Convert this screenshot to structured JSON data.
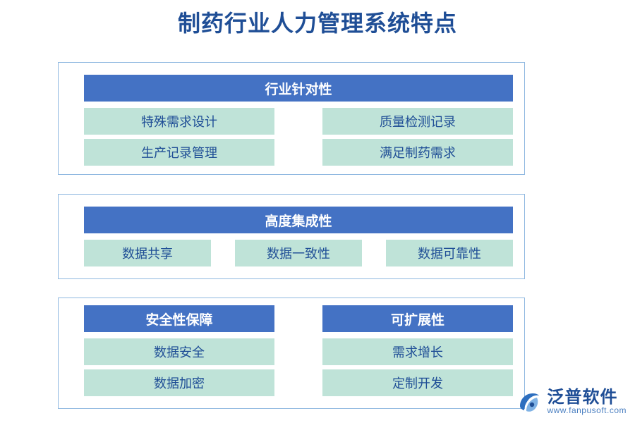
{
  "title": "制药行业人力管理系统特点",
  "groups": [
    {
      "id": "group-1",
      "header": "行业针对性",
      "columns": [
        {
          "items": [
            "特殊需求设计",
            "生产记录管理"
          ]
        },
        {
          "items": [
            "质量检测记录",
            "满足制药需求"
          ]
        }
      ]
    },
    {
      "id": "group-2",
      "header": "高度集成性",
      "items": [
        "数据共享",
        "数据一致性",
        "数据可靠性"
      ]
    },
    {
      "id": "group-3",
      "panels": [
        {
          "header": "安全性保障",
          "items": [
            "数据安全",
            "数据加密"
          ]
        },
        {
          "header": "可扩展性",
          "items": [
            "需求增长",
            "定制开发"
          ]
        }
      ]
    }
  ],
  "logo": {
    "name": "泛普软件",
    "url": "www.fanpusoft.com"
  },
  "colors": {
    "title": "#1f4e96",
    "header_bg": "#4472c4",
    "item_bg": "#bfe3d8",
    "group_border": "#8fb8e0"
  }
}
